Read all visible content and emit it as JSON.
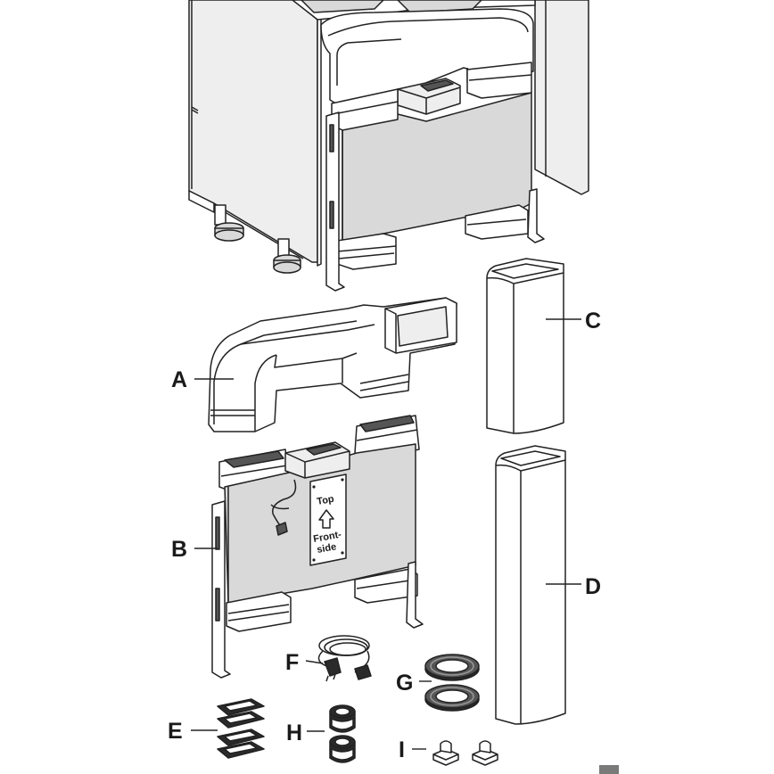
{
  "callouts": {
    "a": "A",
    "b": "B",
    "c": "C",
    "d": "D",
    "e": "E",
    "f": "F",
    "g": "G",
    "h": "H",
    "i": "I"
  },
  "panel_label": {
    "top": "Top",
    "front_line1": "Front-",
    "front_line2": "side"
  },
  "colors": {
    "panel_fill": "#d9d9d9",
    "cabinet_fill": "#eeeeee",
    "line": "#222222",
    "page_marker": "#7a7a7a"
  }
}
